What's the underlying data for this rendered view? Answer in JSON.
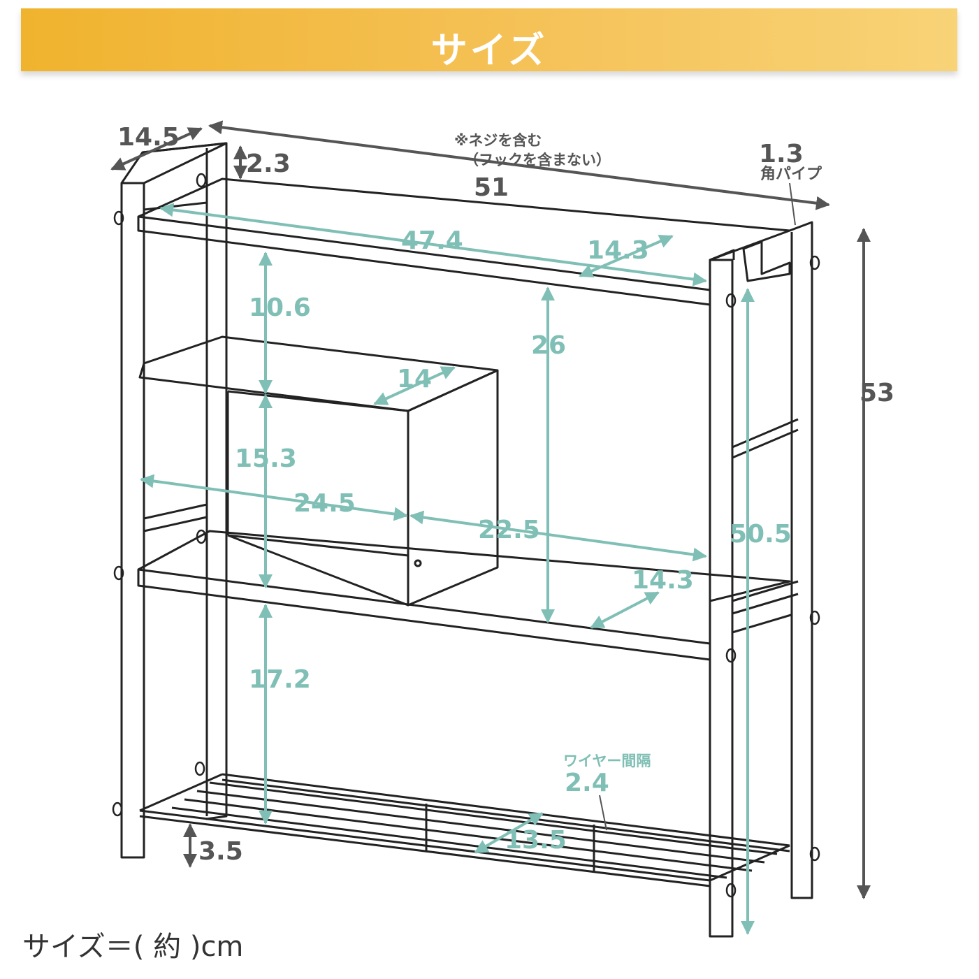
{
  "header": {
    "title": "サイズ"
  },
  "notes": {
    "screw_note": "※ネジを含む",
    "hook_note": "（フックを含まない）",
    "pipe_label": "角パイプ",
    "wire_gap_label": "ワイヤー間隔",
    "unit_note": "サイズ＝( 約 )cm"
  },
  "dimensions": {
    "depth_total": "14.5",
    "width_total": "51",
    "pipe_size": "1.3",
    "post_top": "2.3",
    "height_total": "53",
    "inner_height": "50.5",
    "top_shelf_width": "47.4",
    "top_shelf_depth": "14.3",
    "top_gap": "10.6",
    "right_gap": "26",
    "box_depth": "14",
    "box_height": "15.3",
    "left_width": "24.5",
    "right_width": "22.5",
    "middle_shelf_depth": "14.3",
    "bottom_gap": "17.2",
    "wire_gap": "2.4",
    "rack_depth": "13.5",
    "foot_height": "3.5"
  },
  "colors": {
    "banner": "#f3bb45",
    "dimension_teal": "#7fbfb5",
    "dimension_gray": "#555555",
    "line": "#222222"
  }
}
